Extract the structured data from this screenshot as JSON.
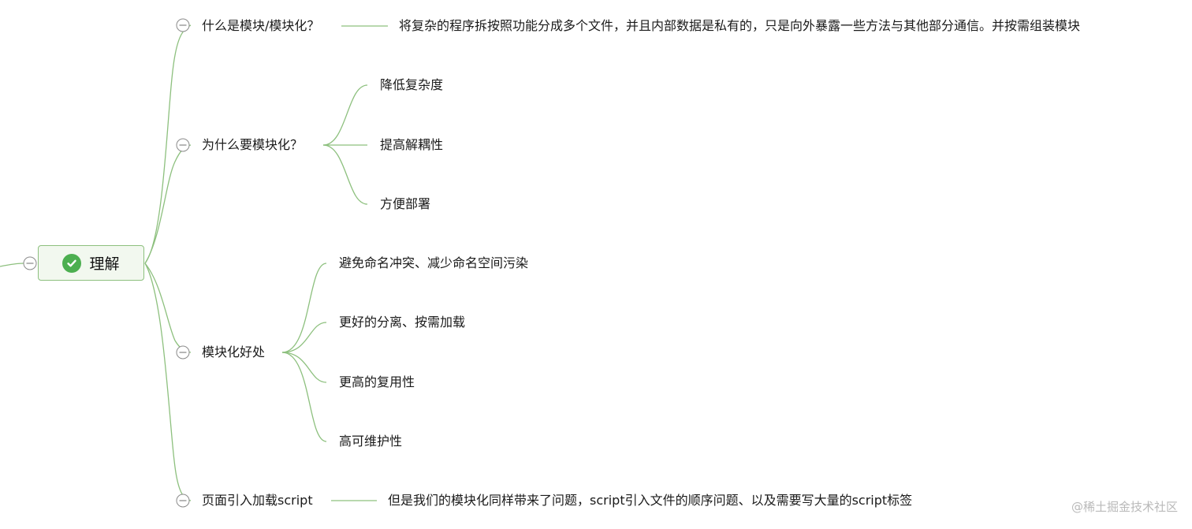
{
  "mindmap": {
    "root": {
      "label": "理解",
      "icon": "check-circle-icon"
    },
    "branches": [
      {
        "label": "什么是模块/模块化？",
        "detail": "将复杂的程序拆按照功能分成多个文件，并且内部数据是私有的，只是向外暴露一些方法与其他部分通信。并按需组装模块"
      },
      {
        "label": "为什么要模块化？",
        "children": [
          "降低复杂度",
          "提高解耦性",
          "方便部署"
        ]
      },
      {
        "label": "模块化好处",
        "children": [
          "避免命名冲突、减少命名空间污染",
          "更好的分离、按需加载",
          "更高的复用性",
          "高可维护性"
        ]
      },
      {
        "label": "页面引入加载script",
        "detail": "但是我们的模块化同样带来了问题，script引入文件的顺序问题、以及需要写大量的script标签"
      }
    ]
  },
  "watermark": "@稀土掘金技术社区",
  "colors": {
    "connector": "#8dc07e",
    "root_fill": "#f2f8ef",
    "root_border": "#8dc07e",
    "check": "#4caf50"
  }
}
